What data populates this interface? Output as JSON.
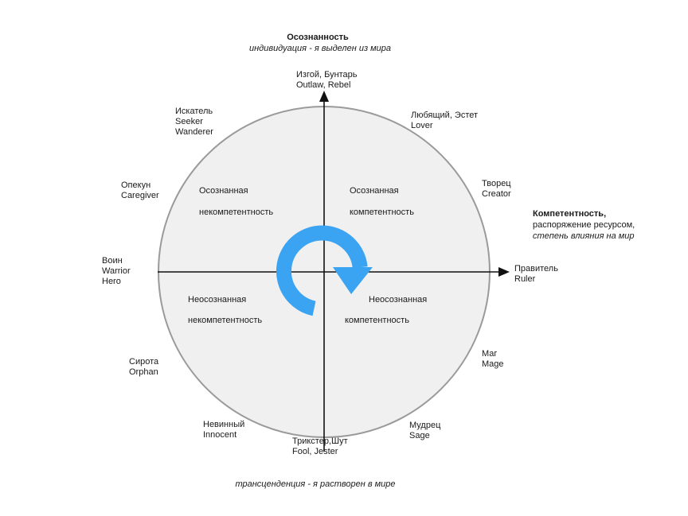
{
  "top_axis": {
    "title": "Осознанность",
    "subtitle": "индивидуация - я выделен из мира"
  },
  "bottom_axis": {
    "subtitle": "трансценденция - я растворен в мире"
  },
  "right_axis": {
    "title": "Компетентность,",
    "line2": "распоряжение ресурсом,",
    "line3": "степень влияния на мир"
  },
  "quadrants": {
    "upper_left": {
      "line1": "Осознанная",
      "line2": "некомпетентность"
    },
    "upper_right": {
      "line1": "Осознанная",
      "line2": "компетентность"
    },
    "lower_left": {
      "line1": "Неосознанная",
      "line2": "некомпетентность"
    },
    "lower_right": {
      "line1": "Неосознанная",
      "line2": "компетентность"
    }
  },
  "archetypes": {
    "outlaw": {
      "line1": "Изгой, Бунтарь",
      "line2": "Outlaw, Rebel"
    },
    "lover": {
      "line1": "Любящий, Эстет",
      "line2": "Lover"
    },
    "creator": {
      "line1": "Творец",
      "line2": "Creator"
    },
    "ruler": {
      "line1": "Правитель",
      "line2": "Ruler"
    },
    "mage": {
      "line1": "Маг",
      "line2": "Mage"
    },
    "sage": {
      "line1": "Мудрец",
      "line2": "Sage"
    },
    "jester": {
      "line1": "Трикстер,Шут",
      "line2": "Fool, Jester"
    },
    "innocent": {
      "line1": "Невинный",
      "line2": "Innocent"
    },
    "orphan": {
      "line1": "Сирота",
      "line2": "Orphan"
    },
    "warrior": {
      "line1": "Воин",
      "line2": "Warrior",
      "line3": "Hero"
    },
    "caregiver": {
      "line1": "Опекун",
      "line2": "Caregiver"
    },
    "seeker": {
      "line1": "Искатель",
      "line2": "Seeker",
      "line3": "Wanderer"
    }
  },
  "colors": {
    "circle_fill": "#f0f0f0",
    "circle_stroke": "#9a9a9a",
    "axis": "#111111",
    "cycle_arrow": "#3aa3f2"
  },
  "icons": {
    "cycle": "circular-arrow-icon"
  }
}
